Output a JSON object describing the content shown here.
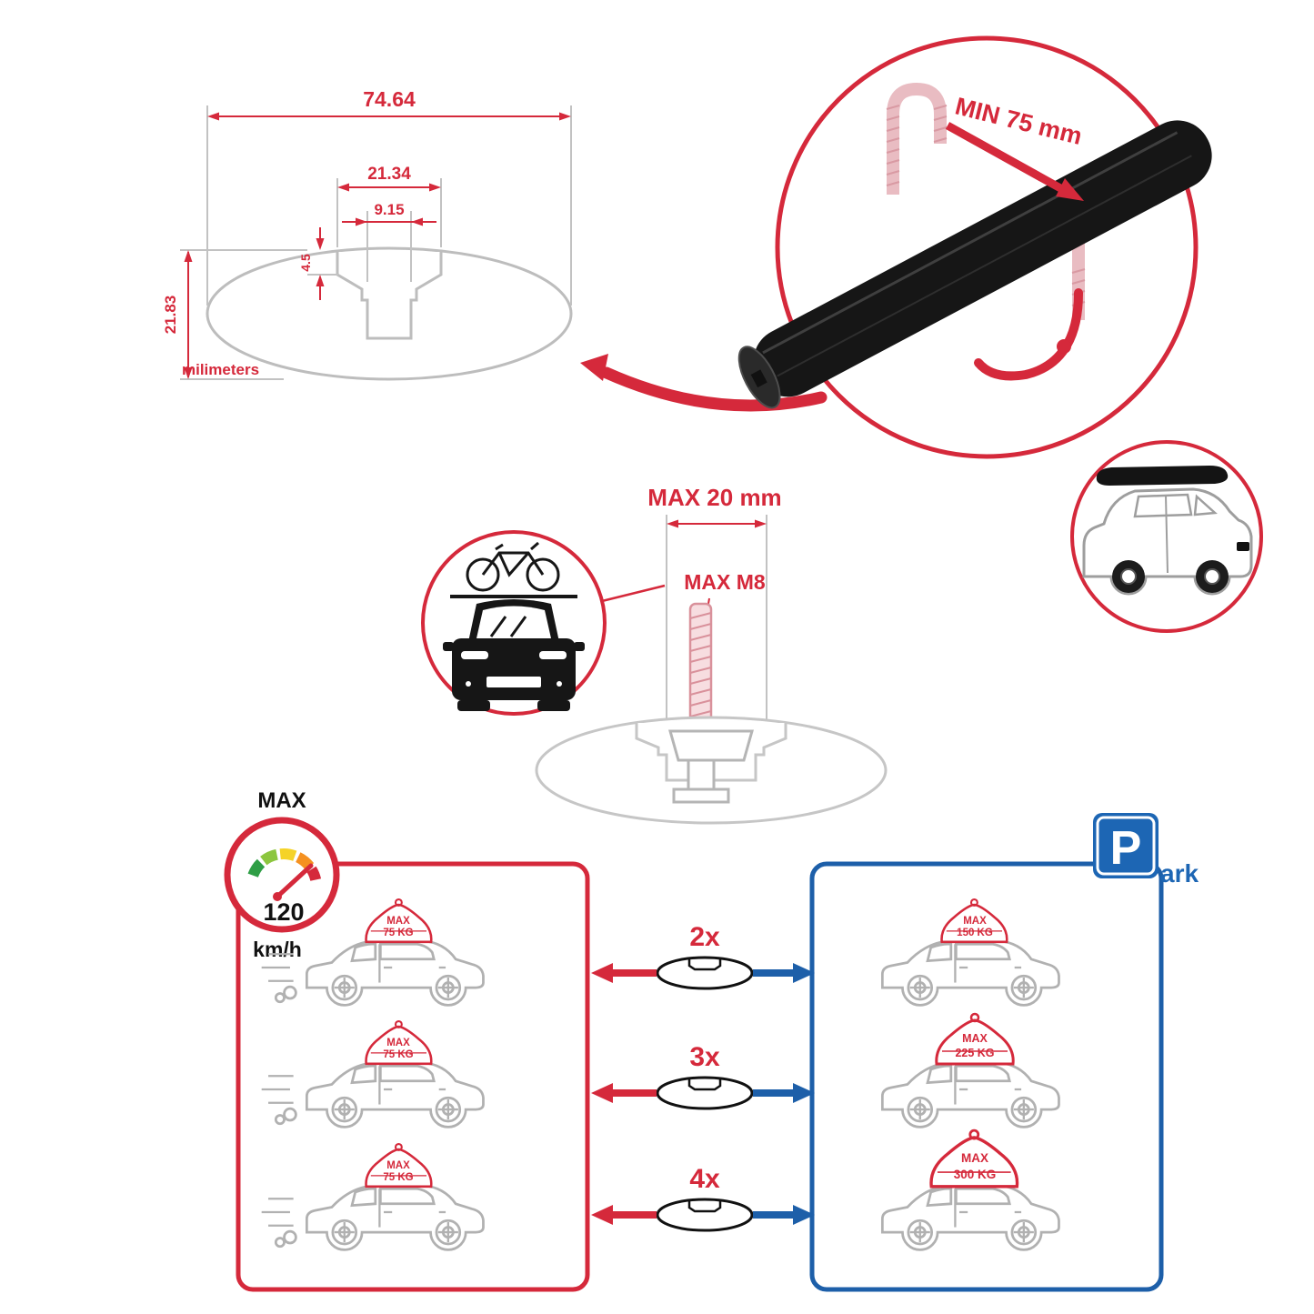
{
  "colors": {
    "accent_red": "#d5293b",
    "accent_blue": "#1d5fa9",
    "sketch_gray": "#b1b1b1",
    "bar_black": "#161616"
  },
  "profile_dimensions": {
    "total_width": "74.64",
    "channel_width": "21.34",
    "slot_width": "9.15",
    "step_depth": "4.5",
    "total_height": "21.83",
    "units": "milimeters"
  },
  "clamp_note": {
    "label": "MIN 75 mm"
  },
  "bolt_note": {
    "length_label": "MAX 20 mm",
    "thread_label": "MAX M8"
  },
  "speed_limit": {
    "label": "MAX",
    "value": "120",
    "unit": "km/h"
  },
  "parking_sign": {
    "letter": "P",
    "suffix": "ark"
  },
  "load_rows": [
    {
      "qty": "2x",
      "driving": {
        "max": "MAX",
        "kg": "75 KG"
      },
      "parked": {
        "max": "MAX",
        "kg": "150 KG"
      }
    },
    {
      "qty": "3x",
      "driving": {
        "max": "MAX",
        "kg": "75 KG"
      },
      "parked": {
        "max": "MAX",
        "kg": "225 KG"
      }
    },
    {
      "qty": "4x",
      "driving": {
        "max": "MAX",
        "kg": "75 KG"
      },
      "parked": {
        "max": "MAX",
        "kg": "300 KG"
      }
    }
  ]
}
